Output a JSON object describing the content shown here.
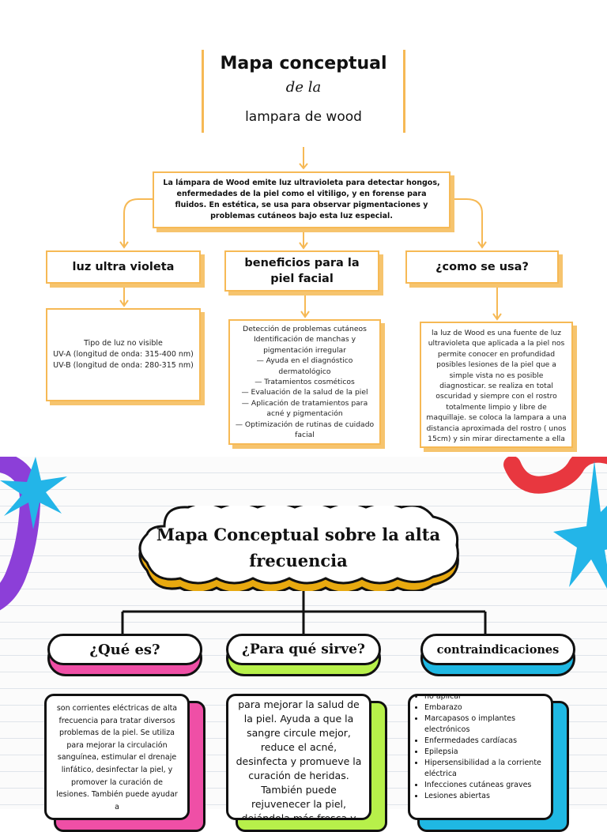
{
  "top": {
    "title": "Mapa conceptual",
    "subtitle": "de la",
    "topic": "lampara de wood",
    "intro": "La lámpara de Wood emite luz ultravioleta para detectar hongos, enfermedades de la piel como el vitiligo, y en forense para fluidos. En estética, se usa para observar pigmentaciones y problemas cutáneos bajo esta luz especial.",
    "branches": [
      {
        "title": "luz ultra violeta"
      },
      {
        "title": "beneficios para la piel facial"
      },
      {
        "title": "¿como se usa?"
      }
    ],
    "luz_lines": [
      "Tipo de luz no visible",
      "UV-A (longitud de onda: 315-400 nm)",
      "UV-B (longitud de onda: 280-315 nm)"
    ],
    "beneficios_lines": [
      "Detección de problemas cutáneos",
      "Identificación de manchas y pigmentación irregular",
      "— Ayuda en el diagnóstico dermatológico",
      "— Tratamientos cosméticos",
      "— Evaluación de la salud de la piel",
      "— Aplicación de tratamientos para acné y pigmentación",
      "— Optimización de rutinas de cuidado facial"
    ],
    "como_text": "la luz de Wood es una fuente de luz ultravioleta que aplicada a la piel nos permite conocer en profundidad posibles lesiones de la piel que a simple vista no es posible diagnosticar. se realiza en total oscuridad y siempre con el rostro totalmente limpio y libre de maquillaje. se coloca la lampara a una distancia aproximada del rostro ( unos 15cm) y sin mirar directamente a ella"
  },
  "bottom": {
    "title": "Mapa Conceptual sobre la alta frecuencia",
    "que_es": {
      "label": "¿Qué es?",
      "text": "son corrientes eléctricas de alta frecuencia para tratar diversos problemas de la piel. Se utiliza para mejorar la circulación sanguínea, estimular el drenaje linfático, desinfectar la piel, y promover la curación de lesiones. También puede ayudar a"
    },
    "para_que": {
      "label": "¿Para qué sirve?",
      "text": "para mejorar la salud de la piel. Ayuda a que la sangre circule mejor, reduce el acné, desinfecta y promueve la curación de heridas. También puede rejuvenecer la piel, dejándola más fresca y saludable, y disminuir la"
    },
    "contra": {
      "label": "contraindicaciones",
      "items": [
        "no aplicar",
        "Embarazo",
        "Marcapasos o implantes electrónicos",
        "Enfermedades cardíacas",
        "Epilepsia",
        "Hipersensibilidad a la corriente eléctrica",
        "Infecciones cutáneas graves",
        "Lesiones abiertas"
      ]
    }
  },
  "colors": {
    "orange": "#f6b955",
    "pink": "#ef4fa6",
    "green": "#b7f04a",
    "cyan": "#1fb8e3",
    "gold": "#e8a90f",
    "purple": "#8c3fd8",
    "red": "#e8373f"
  }
}
